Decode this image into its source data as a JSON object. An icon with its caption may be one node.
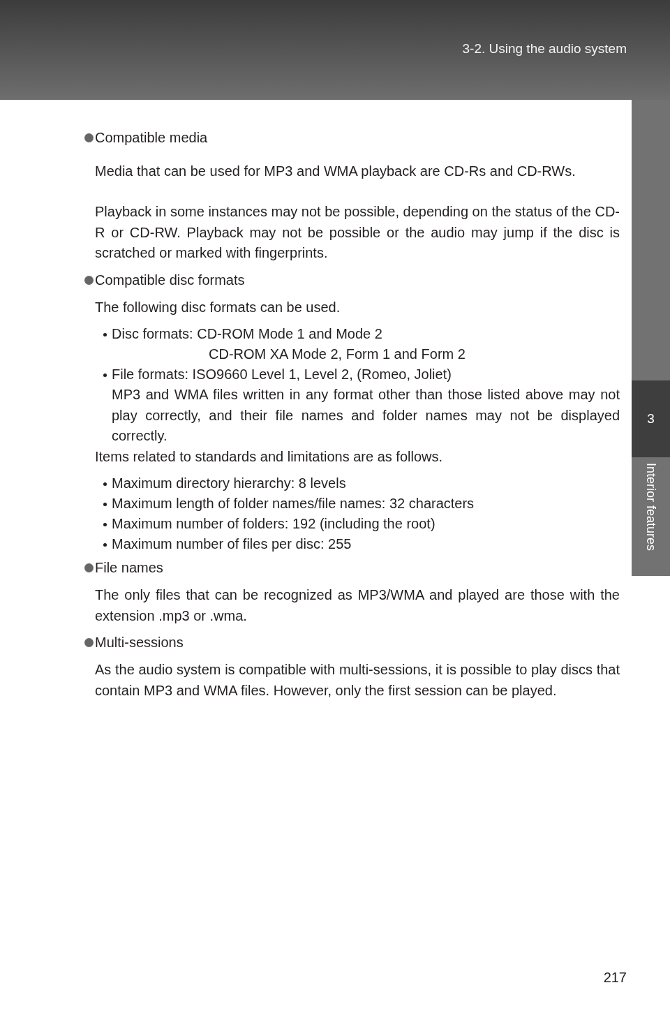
{
  "diagram": {
    "nodes": [
      {
        "text": [
          "3-2. Using the audio system"
        ]
      },
      {
        "text": [
          "3",
          "Interior features"
        ]
      }
    ],
    "labels": [
      "Compatible media",
      "Media that can be used for MP3 and WMA playback are CD-Rs and CD-RWs.",
      "Playback in some instances may not be possible, depending on the status of the CD-R or CD-RW. Playback may not be possible or the audio may jump if the disc is scratched or marked with fingerprints.",
      "Compatible disc formats",
      "The following disc formats can be used.",
      "Disc formats: CD-ROM Mode 1 and Mode 2",
      "CD-ROM XA Mode 2, Form 1 and Form 2",
      "File formats: ISO9660 Level 1, Level 2, (Romeo, Joliet)",
      "MP3 and WMA files written in any format other than those listed above may not play correctly, and their file names and folder names may not be displayed correctly.",
      "Items related to standards and limitations are as follows.",
      "Maximum directory hierarchy: 8 levels",
      "Maximum length of folder names/file names: 32 characters",
      "Maximum number of folders: 192 (including the root)",
      "Maximum number of files per disc: 255",
      "File names",
      "The only files that can be recognized as MP3/WMA and played are those with the extension .mp3 or .wma.",
      "Multi-sessions",
      "As the audio system is compatible with multi-sessions, it is possible to play discs that contain MP3 and WMA files. However, only the first session can be played.",
      "217"
    ]
  }
}
